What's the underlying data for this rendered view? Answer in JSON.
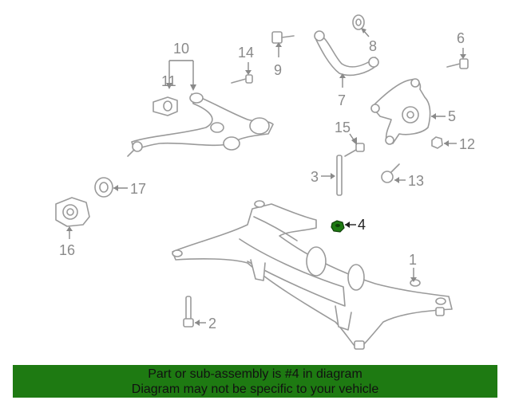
{
  "diagram": {
    "callouts": {
      "c1": "1",
      "c2": "2",
      "c3": "3",
      "c4": "4",
      "c5": "5",
      "c6": "6",
      "c7": "7",
      "c8": "8",
      "c9": "9",
      "c10": "10",
      "c11": "11",
      "c12": "12",
      "c13": "13",
      "c14": "14",
      "c15": "15",
      "c16": "16",
      "c17": "17"
    },
    "highlighted_part": "4",
    "colors": {
      "highlight": "#1e7a12",
      "line": "#9a9a9a",
      "banner": "#1e7a12"
    }
  },
  "banner": {
    "line1": "Part or sub-assembly is #4 in diagram",
    "line2": "Diagram may not be specific to your vehicle"
  }
}
